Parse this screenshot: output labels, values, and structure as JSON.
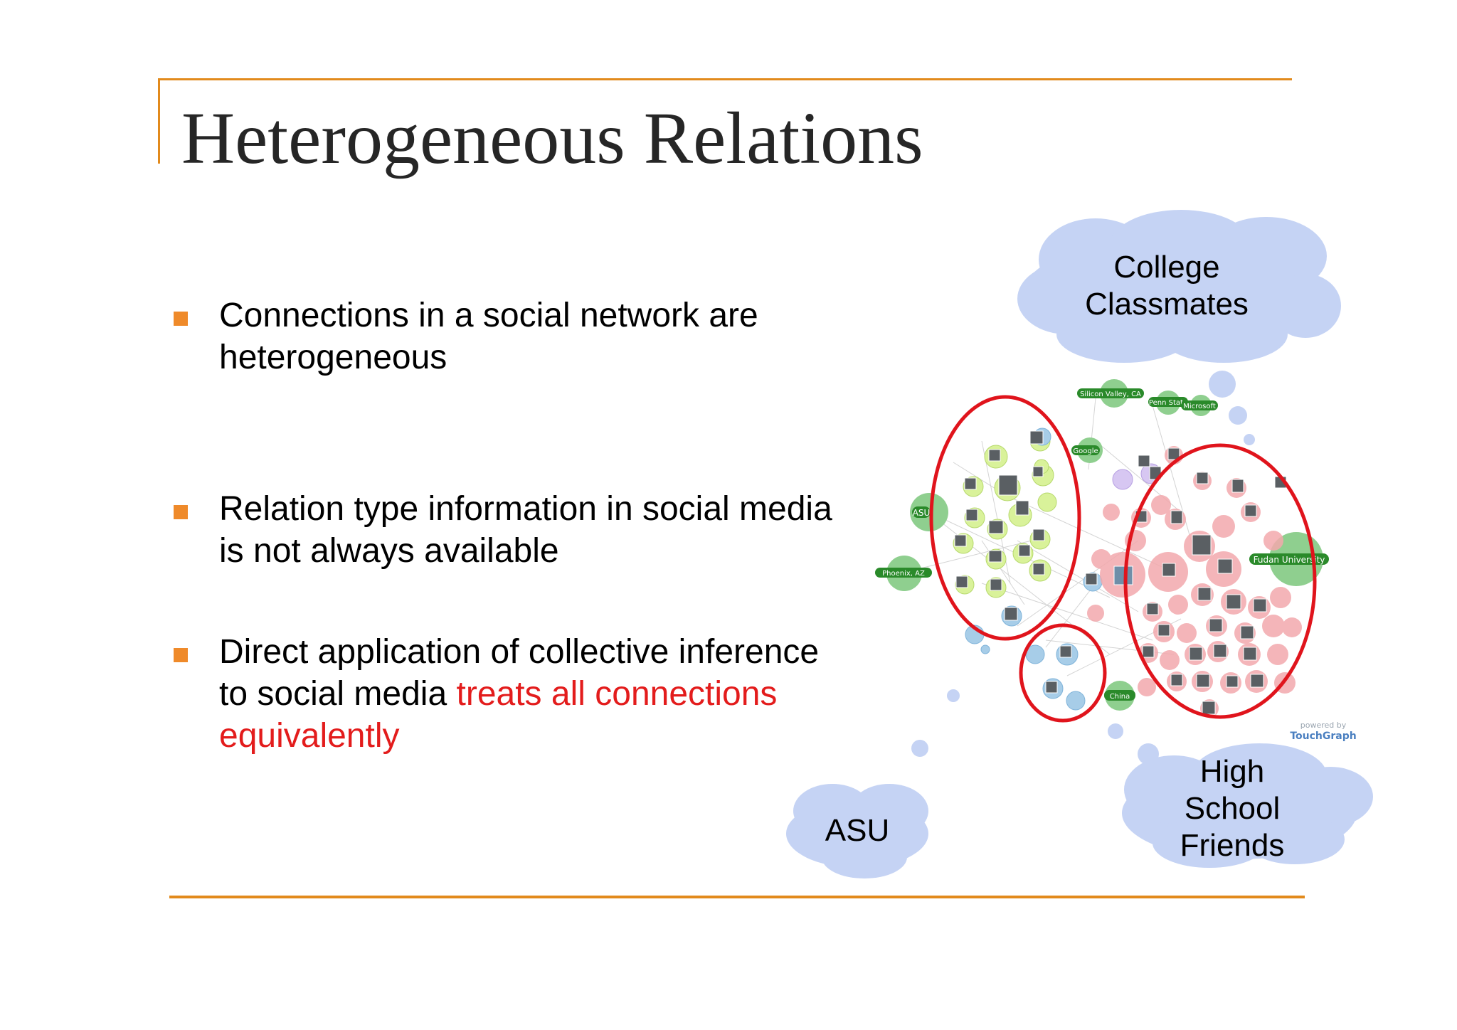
{
  "title": "Heterogeneous Relations",
  "bullets": [
    {
      "lines": [
        "Connections in a social network are",
        "heterogeneous"
      ]
    },
    {
      "lines": [
        "Relation type information in social media",
        "is not always available"
      ]
    },
    {
      "line1": "Direct application of collective inference",
      "line2_black": "to social media ",
      "line2_red": "treats all connections",
      "line3_red": "equivalently"
    }
  ],
  "clouds": {
    "college": [
      "College",
      "Classmates"
    ],
    "asu": [
      "ASU"
    ],
    "highschool": [
      "High",
      "School",
      "Friends"
    ]
  },
  "graph_labels": {
    "silicon_valley": "Silicon Valley, CA",
    "penn_state": "Penn State",
    "microsoft": "Microsoft",
    "google": "Google",
    "asu": "ASU",
    "phoenix": "Phoenix, AZ",
    "fudan": "Fudan University",
    "china": "China"
  },
  "watermark": {
    "powered": "powered by",
    "brand": "TouchGraph"
  },
  "colors": {
    "accent_rule": "#e28a1c",
    "bullet": "#ef8a2a",
    "highlight_red": "#e31c1c",
    "cloud": "#c5d3f4",
    "ellipse": "#e0141c",
    "green_node": "#8fcf8f",
    "green_label": "#2a8a2a",
    "pink_node": "#f3a9ad",
    "yellow_node": "#d9f29a",
    "blue_node": "#a7cde8"
  }
}
